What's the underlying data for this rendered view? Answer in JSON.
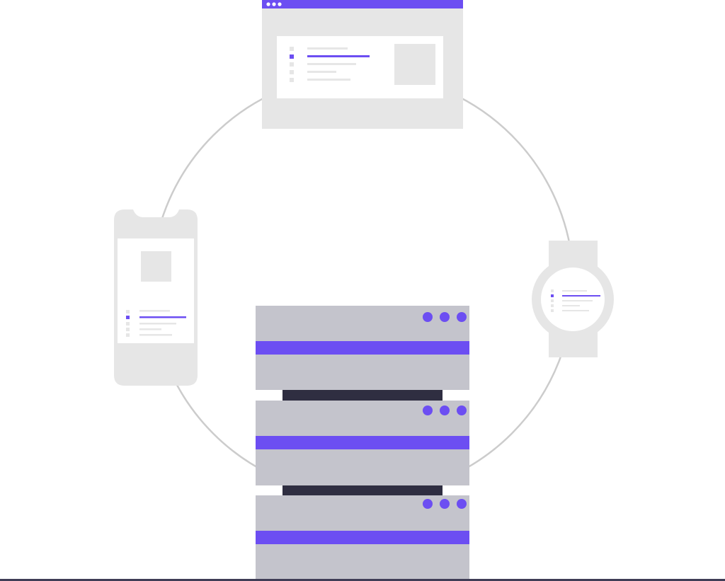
{
  "colors": {
    "background": "#ffffff",
    "accent": "#6c4ef2",
    "device_gray": "#e6e6e6",
    "screen_white": "#ffffff",
    "server_gray": "#c4c4cc",
    "server_dark": "#2f2e41",
    "orbit_line": "#cccccc",
    "ground_line": "#3f3d56"
  },
  "illustration": {
    "devices": [
      "browser-window",
      "smartphone",
      "smartwatch"
    ],
    "server_units": 3,
    "server_indicator_dots_per_unit": 3,
    "browser_window_dots": 3
  }
}
